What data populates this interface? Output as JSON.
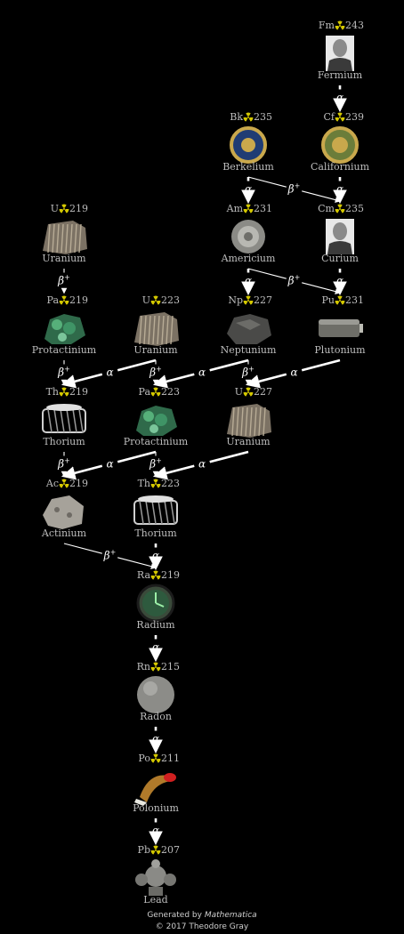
{
  "decay_modes": {
    "alpha": "α",
    "beta_symbol": "β",
    "beta_sup": "+"
  },
  "nodes": [
    {
      "id": "fm243",
      "symbol": "Fm",
      "mass": "243",
      "name": "Fermium",
      "icon": "portrait-icon"
    },
    {
      "id": "bk235",
      "symbol": "Bk",
      "mass": "235",
      "name": "Berkelium",
      "icon": "berkeley-seal-icon"
    },
    {
      "id": "cf239",
      "symbol": "Cf",
      "mass": "239",
      "name": "Californium",
      "icon": "california-seal-icon"
    },
    {
      "id": "u219",
      "symbol": "U",
      "mass": "219",
      "name": "Uranium",
      "icon": "uranium-metal-icon"
    },
    {
      "id": "am231",
      "symbol": "Am",
      "mass": "231",
      "name": "Americium",
      "icon": "smoke-detector-source-icon"
    },
    {
      "id": "cm235",
      "symbol": "Cm",
      "mass": "235",
      "name": "Curium",
      "icon": "portrait-icon"
    },
    {
      "id": "pa219",
      "symbol": "Pa",
      "mass": "219",
      "name": "Protactinium",
      "icon": "green-mineral-icon"
    },
    {
      "id": "u223",
      "symbol": "U",
      "mass": "223",
      "name": "Uranium",
      "icon": "uranium-metal-icon"
    },
    {
      "id": "np227",
      "symbol": "Np",
      "mass": "227",
      "name": "Neptunium",
      "icon": "dark-rock-icon"
    },
    {
      "id": "pu231",
      "symbol": "Pu",
      "mass": "231",
      "name": "Plutonium",
      "icon": "cylinder-battery-icon"
    },
    {
      "id": "th219",
      "symbol": "Th",
      "mass": "219",
      "name": "Thorium",
      "icon": "lantern-mantle-icon"
    },
    {
      "id": "pa223",
      "symbol": "Pa",
      "mass": "223",
      "name": "Protactinium",
      "icon": "green-mineral-icon"
    },
    {
      "id": "u227",
      "symbol": "U",
      "mass": "227",
      "name": "Uranium",
      "icon": "uranium-metal-icon"
    },
    {
      "id": "ac219",
      "symbol": "Ac",
      "mass": "219",
      "name": "Actinium",
      "icon": "gray-mineral-icon"
    },
    {
      "id": "th223",
      "symbol": "Th",
      "mass": "223",
      "name": "Thorium",
      "icon": "lantern-mantle-icon"
    },
    {
      "id": "ra219",
      "symbol": "Ra",
      "mass": "219",
      "name": "Radium",
      "icon": "glowing-clock-icon"
    },
    {
      "id": "rn215",
      "symbol": "Rn",
      "mass": "215",
      "name": "Radon",
      "icon": "gray-sphere-icon"
    },
    {
      "id": "po211",
      "symbol": "Po",
      "mass": "211",
      "name": "Polonium",
      "icon": "static-brush-icon"
    },
    {
      "id": "pb207",
      "symbol": "Pb",
      "mass": "207",
      "name": "Lead",
      "icon": "lead-figure-icon"
    }
  ],
  "edges": [
    {
      "from": "fm243",
      "to": "cf239",
      "mode": "alpha"
    },
    {
      "from": "cf239",
      "to": "cm235",
      "mode": "alpha"
    },
    {
      "from": "bk235",
      "to": "am231",
      "mode": "alpha"
    },
    {
      "from": "bk235",
      "to": "cm235",
      "mode": "beta"
    },
    {
      "from": "cm235",
      "to": "pu231",
      "mode": "alpha"
    },
    {
      "from": "am231",
      "to": "np227",
      "mode": "alpha"
    },
    {
      "from": "am231",
      "to": "pu231",
      "mode": "beta"
    },
    {
      "from": "u219",
      "to": "pa219",
      "mode": "beta"
    },
    {
      "from": "pa219",
      "to": "th219",
      "mode": "beta"
    },
    {
      "from": "u223",
      "to": "th219",
      "mode": "alpha"
    },
    {
      "from": "u223",
      "to": "pa223",
      "mode": "beta"
    },
    {
      "from": "np227",
      "to": "pa223",
      "mode": "alpha"
    },
    {
      "from": "np227",
      "to": "u227",
      "mode": "beta"
    },
    {
      "from": "pu231",
      "to": "u227",
      "mode": "alpha"
    },
    {
      "from": "th219",
      "to": "ac219",
      "mode": "beta"
    },
    {
      "from": "pa223",
      "to": "ac219",
      "mode": "alpha"
    },
    {
      "from": "pa223",
      "to": "th223",
      "mode": "beta"
    },
    {
      "from": "u227",
      "to": "th223",
      "mode": "alpha"
    },
    {
      "from": "ac219",
      "to": "ra219",
      "mode": "beta"
    },
    {
      "from": "th223",
      "to": "ra219",
      "mode": "alpha"
    },
    {
      "from": "ra219",
      "to": "rn215",
      "mode": "alpha"
    },
    {
      "from": "rn215",
      "to": "po211",
      "mode": "alpha"
    },
    {
      "from": "po211",
      "to": "pb207",
      "mode": "alpha"
    }
  ],
  "credits": {
    "generated_by": "Generated by",
    "software": "Mathematica",
    "copyright": "© 2017 Theodore Gray"
  },
  "colors": {
    "background": "#000000",
    "text": "#bdbdbd",
    "radiation": "#d4c800",
    "arrow": "#ffffff"
  }
}
